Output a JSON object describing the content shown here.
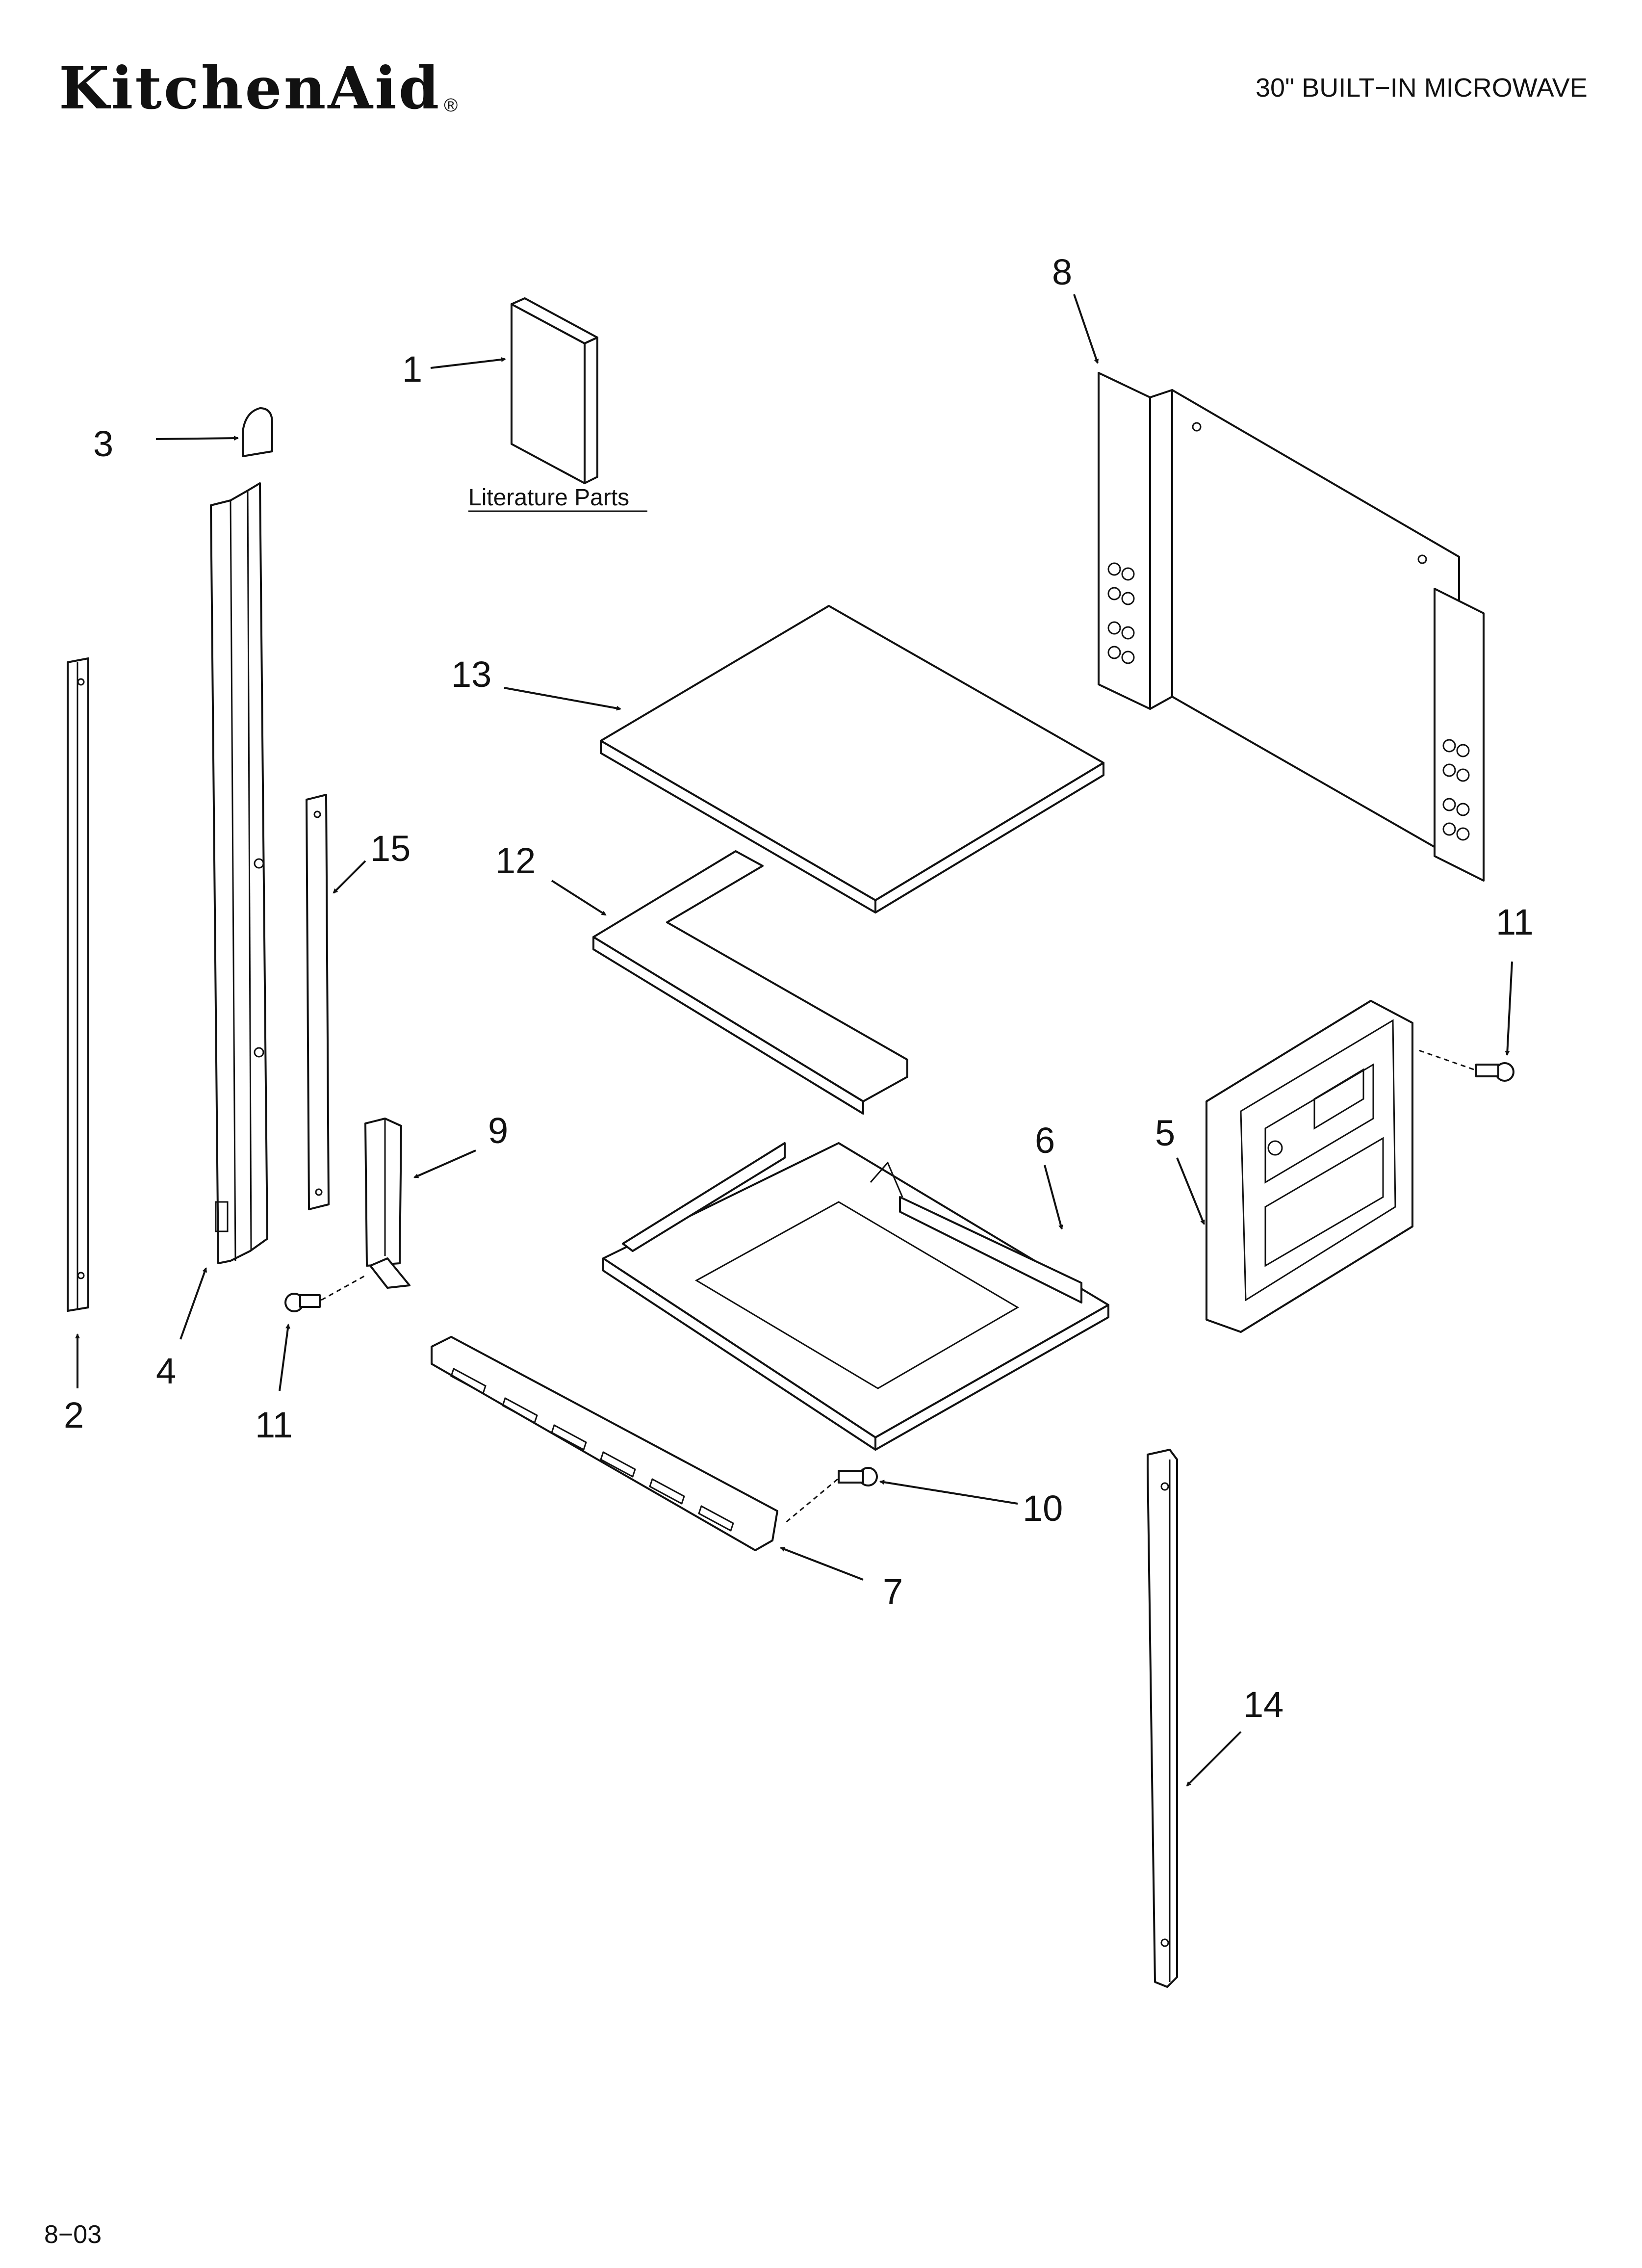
{
  "header": {
    "brand": "KitchenAid",
    "registered_mark": "®",
    "model_title": "30\" BUILT−IN MICROWAVE"
  },
  "footer": {
    "revision": "8−03"
  },
  "diagram": {
    "literature_label": "Literature Parts",
    "callouts": {
      "c1": "1",
      "c2": "2",
      "c3": "3",
      "c4": "4",
      "c5": "5",
      "c6": "6",
      "c7": "7",
      "c8": "8",
      "c9": "9",
      "c10": "10",
      "c11a": "11",
      "c11b": "11",
      "c12": "12",
      "c13": "13",
      "c14": "14",
      "c15": "15"
    }
  }
}
